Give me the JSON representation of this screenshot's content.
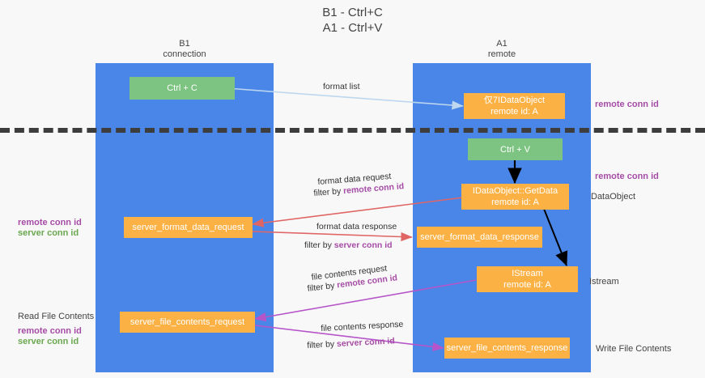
{
  "title": {
    "line1": "B1 - Ctrl+C",
    "line2": "A1 - Ctrl+V"
  },
  "columns": [
    {
      "id": "b1",
      "name": "B1",
      "role": "connection"
    },
    {
      "id": "a1",
      "name": "A1",
      "role": "remote"
    }
  ],
  "nodes": {
    "ctrl_c": {
      "line1": "Ctrl + C",
      "line2": ""
    },
    "idataobject": {
      "line1": "仅7IDataObject",
      "line2": "remote id: A"
    },
    "ctrl_v": {
      "line1": "Ctrl + V",
      "line2": ""
    },
    "getdata": {
      "line1": "IDataObject::GetData",
      "line2": "remote id: A"
    },
    "fmt_req": {
      "line1": "server_format_data_request",
      "line2": ""
    },
    "fmt_res": {
      "line1": "server_format_data_response",
      "line2": ""
    },
    "istream": {
      "line1": "IStream",
      "line2": "remote id: A"
    },
    "file_req": {
      "line1": "server_file_contents_request",
      "line2": ""
    },
    "file_res": {
      "line1": "server_file_contents_response",
      "line2": ""
    }
  },
  "side_labels": {
    "right_remote_conn_top": "remote conn id",
    "right_remote_conn_mid": "remote conn id",
    "right_dataobject": "DataObject",
    "right_istream": "Istream",
    "right_write_file": "Write File Contents",
    "left_remote_conn": "remote conn id",
    "left_server_conn": "server conn id",
    "left_read_file": "Read File Contents",
    "left_remote_conn_2": "remote conn id",
    "left_server_conn_2": "server conn id"
  },
  "arrow_captions": {
    "format_list": {
      "text": "format list",
      "highlight": ""
    },
    "fmt_data_request": {
      "text": "format data request",
      "highlight": ""
    },
    "fmt_data_req_filter": {
      "prefix": "filter by ",
      "highlight": "remote conn id"
    },
    "fmt_data_response": {
      "text": "format data response",
      "highlight": ""
    },
    "fmt_data_res_filter": {
      "prefix": "filter by ",
      "highlight": "server conn id"
    },
    "file_request": {
      "text": "file contents request",
      "highlight": ""
    },
    "file_req_filter": {
      "prefix": "filter by ",
      "highlight": "remote conn id"
    },
    "file_response": {
      "text": "file contents response",
      "highlight": ""
    },
    "file_res_filter": {
      "prefix": "filter by ",
      "highlight": "server conn id"
    }
  },
  "colors": {
    "lane": "#4a86e8",
    "green_node": "#7dc381",
    "orange_node": "#fbb144",
    "purple_text": "#a64ca6",
    "green_text": "#6aa84f",
    "red_arrow": "#e06666",
    "magenta_arrow": "#b655c9",
    "blue_arrow": "#bdd7ee",
    "divider": "#3d3d3d"
  }
}
